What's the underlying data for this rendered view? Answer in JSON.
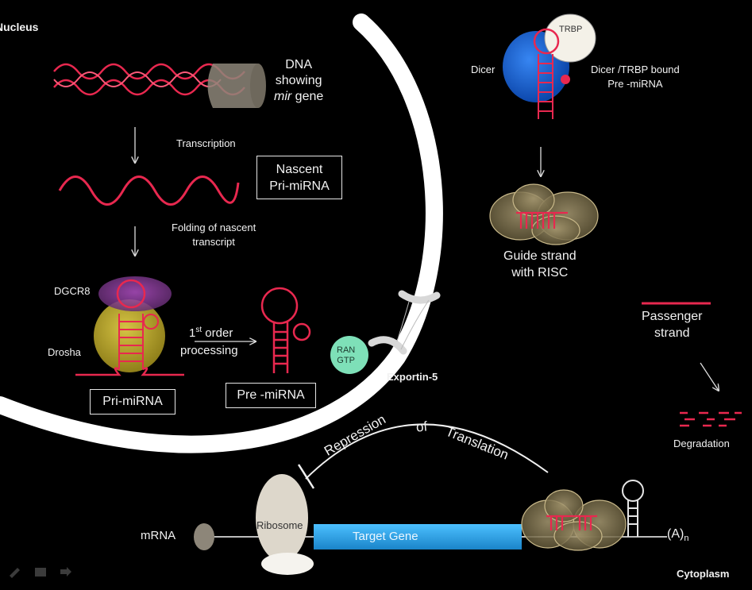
{
  "labels": {
    "nucleus": "Nucleus",
    "cytoplasm": "Cytoplasm",
    "dna_line1": "DNA",
    "dna_line2": "showing",
    "dna_line3_italic": "mir",
    "dna_line3_rest": " gene",
    "transcription": "Transcription",
    "nascent_line1": "Nascent",
    "nascent_line2": "Pri-miRNA",
    "folding_line1": "Folding of nascent",
    "folding_line2": "transcript",
    "dgcr8": "DGCR8",
    "drosha": "Drosha",
    "order_prefix": "1",
    "order_sup": "st",
    "order_suffix": " order",
    "processing": "processing",
    "pri_mirna": "Pri-miRNA",
    "pre_mirna": "Pre -miRNA",
    "ran_line1": "RAN",
    "ran_line2": "GTP",
    "exportin": "Exportin-5",
    "trbp": "TRBP",
    "dicer": "Dicer",
    "dicer_bound_line1": "Dicer /TRBP bound",
    "dicer_bound_line2": "Pre -miRNA",
    "guide_line1": "Guide strand",
    "guide_line2": "with RISC",
    "passenger_line1": "Passenger",
    "passenger_line2": "strand",
    "degradation": "Degradation",
    "repression_word1": "Repression",
    "repression_word2": "of",
    "repression_word3": "Translation",
    "mrna": "mRNA",
    "ribosome": "Ribosome",
    "target_gene": "Target Gene",
    "polya_base": "(A)",
    "polya_sub": "n"
  },
  "icons": [
    "pencil-icon",
    "screen-icon",
    "arrow-right-icon"
  ],
  "colors": {
    "rna": "#e8284f",
    "nucleus_membrane": "#ffffff",
    "risc": "#8b7d55",
    "dicer": "#1f78ff",
    "target_gene": "#2aa9f0",
    "ran_gtp": "#7ee0b8",
    "drosha": "#d6c23a",
    "dgcr8": "#8a3f9a"
  }
}
